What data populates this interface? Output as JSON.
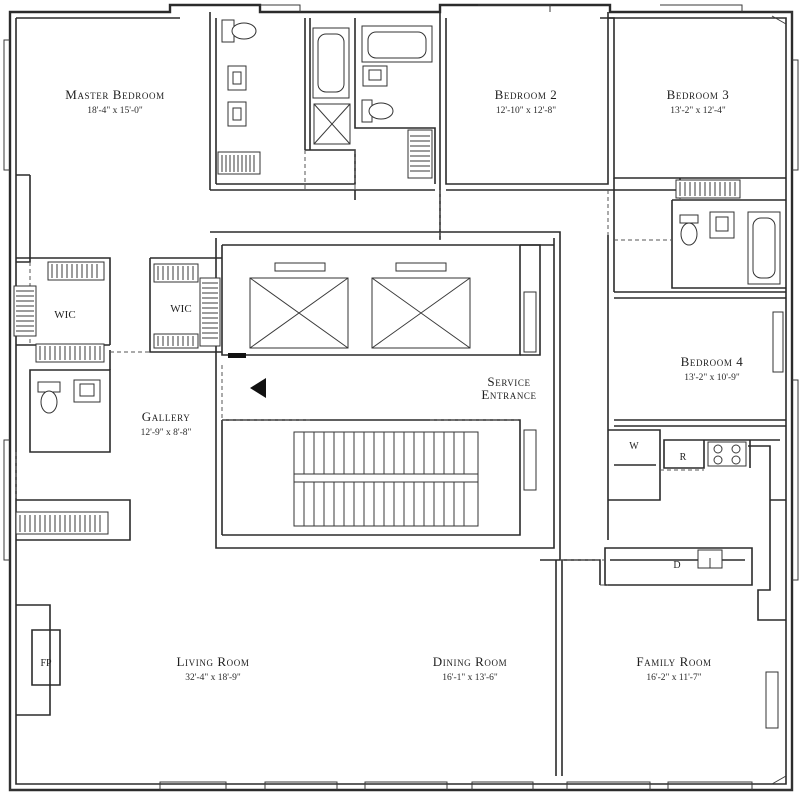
{
  "rooms": {
    "master_bedroom": {
      "name": "Master Bedroom",
      "dims": "18'-4\" x 15'-0\""
    },
    "bedroom_2": {
      "name": "Bedroom 2",
      "dims": "12'-10\" x 12'-8\""
    },
    "bedroom_3": {
      "name": "Bedroom 3",
      "dims": "13'-2\" x 12'-4\""
    },
    "bedroom_4": {
      "name": "Bedroom 4",
      "dims": "13'-2\" x 10'-9\""
    },
    "gallery": {
      "name": "Gallery",
      "dims": "12'-9\" x 8'-8\""
    },
    "living_room": {
      "name": "Living Room",
      "dims": "32'-4\" x 18'-9\""
    },
    "dining_room": {
      "name": "Dining Room",
      "dims": "16'-1\" x 13'-6\""
    },
    "family_room": {
      "name": "Family Room",
      "dims": "16'-2\" x 11'-7\""
    },
    "service_entrance": {
      "line1": "Service",
      "line2": "Entrance"
    }
  },
  "labels": {
    "wic_left": "WIC",
    "wic_right": "WIC",
    "fireplace": "FP",
    "washer": "W",
    "refrigerator": "R",
    "dishwasher": "D"
  }
}
